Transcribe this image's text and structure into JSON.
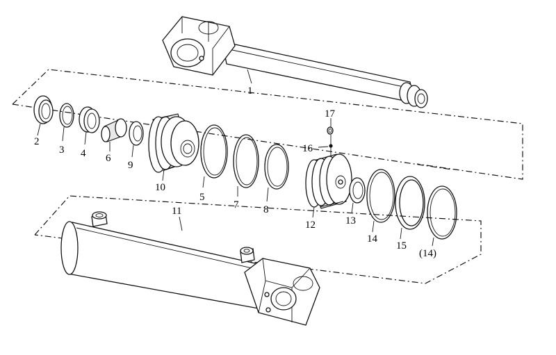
{
  "diagram": {
    "callouts": {
      "p1": "1",
      "p2": "2",
      "p3": "3",
      "p4": "4",
      "p6": "6",
      "p9": "9",
      "p10": "10",
      "p5": "5",
      "p7": "7",
      "p8": "8",
      "p12": "12",
      "p13": "13",
      "p14": "14",
      "p15": "15",
      "p14b": "(14)",
      "p16": "16",
      "p17": "17",
      "p11": "11"
    }
  }
}
